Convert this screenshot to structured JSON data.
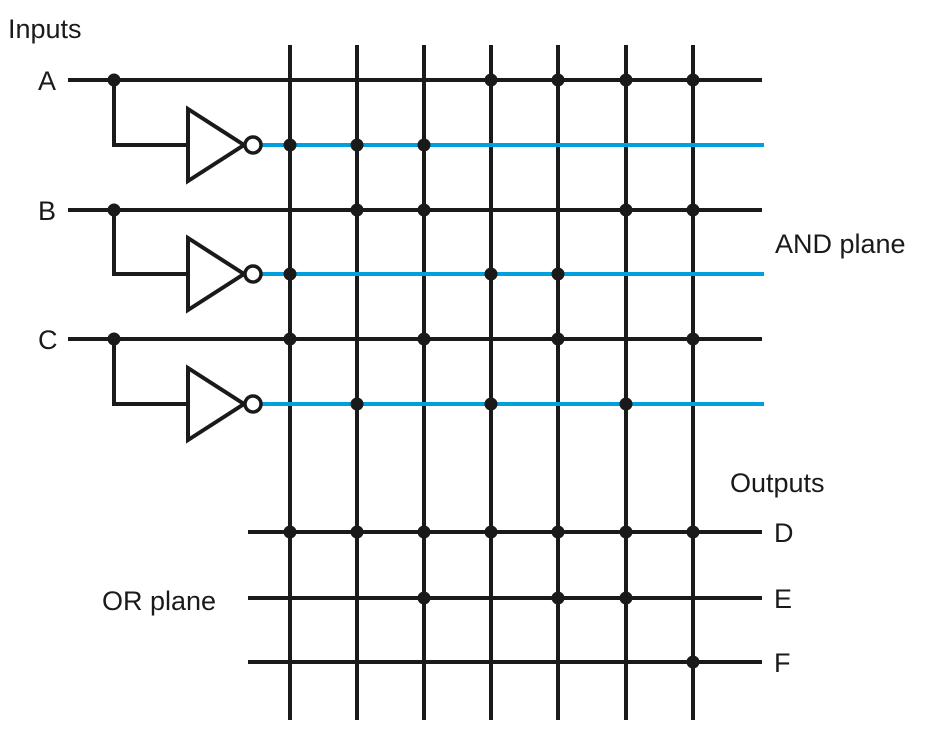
{
  "labels": {
    "inputs": "Inputs",
    "outputs": "Outputs",
    "and_plane": "AND plane",
    "or_plane": "OR plane"
  },
  "colors": {
    "wire": "#1a1a1a",
    "complement_wire": "#00a0dc"
  },
  "inputs": [
    {
      "name": "A",
      "label": "A"
    },
    {
      "name": "B",
      "label": "B"
    },
    {
      "name": "C",
      "label": "C"
    }
  ],
  "and_rows": [
    {
      "id": "A",
      "complement": false,
      "connections": [
        4,
        5,
        6,
        7
      ]
    },
    {
      "id": "A'",
      "complement": true,
      "connections": [
        1,
        2,
        3
      ]
    },
    {
      "id": "B",
      "complement": false,
      "connections": [
        2,
        3,
        6,
        7
      ]
    },
    {
      "id": "B'",
      "complement": true,
      "connections": [
        1,
        4,
        5
      ]
    },
    {
      "id": "C",
      "complement": false,
      "connections": [
        1,
        3,
        5,
        7
      ]
    },
    {
      "id": "C'",
      "complement": true,
      "connections": [
        2,
        4,
        6
      ]
    }
  ],
  "product_terms": 7,
  "outputs": [
    {
      "name": "D",
      "label": "D",
      "connections": [
        1,
        2,
        3,
        4,
        5,
        6,
        7
      ]
    },
    {
      "name": "E",
      "label": "E",
      "connections": [
        3,
        5,
        6
      ]
    },
    {
      "name": "F",
      "label": "F",
      "connections": [
        7
      ]
    }
  ]
}
